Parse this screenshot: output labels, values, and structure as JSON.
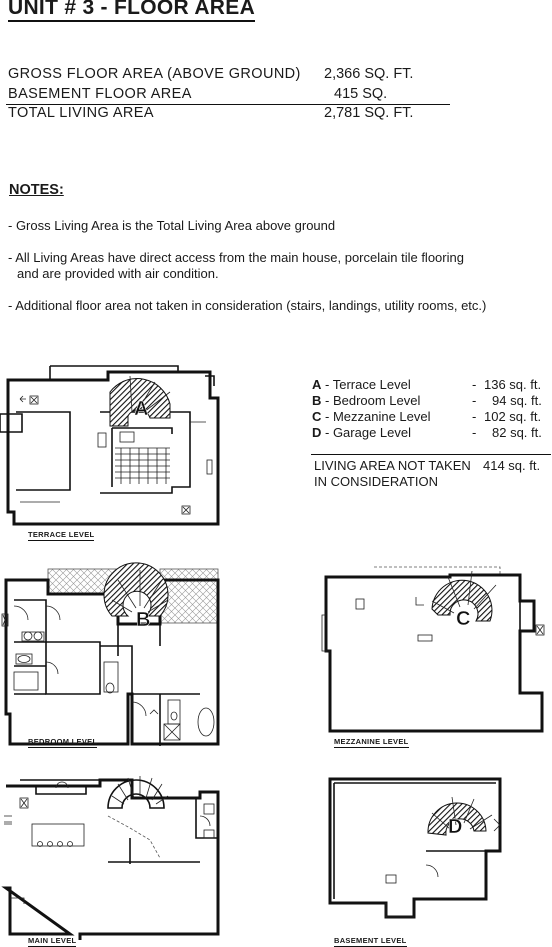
{
  "title": "UNIT # 3 - FLOOR AREA",
  "areas": [
    {
      "label": "GROSS FLOOR AREA (ABOVE GROUND)",
      "value": "2,366 SQ. FT."
    },
    {
      "label": "BASEMENT FLOOR AREA",
      "value": "415 SQ."
    },
    {
      "label": "TOTAL LIVING AREA",
      "value": "2,781 SQ. FT."
    }
  ],
  "notes": {
    "heading": "NOTES:",
    "items": [
      "- Gross Living Area is the Total Living Area above ground",
      "- All Living Areas have direct access from the main house, porcelain tile flooring",
      "and are provided with air condition.",
      "- Additional floor area not taken in consideration (stairs, landings, utility rooms, etc.)"
    ]
  },
  "legend": {
    "items": [
      {
        "key": "A",
        "label": " - Terrace Level",
        "dash": "-",
        "value": "136 sq. ft."
      },
      {
        "key": "B",
        "label": " - Bedroom Level",
        "dash": "-",
        "value": "94 sq. ft."
      },
      {
        "key": "C",
        "label": " - Mezzanine Level",
        "dash": "-",
        "value": "102 sq. ft."
      },
      {
        "key": "D",
        "label": " - Garage Level",
        "dash": "-",
        "value": "82 sq. ft."
      }
    ],
    "total_label_1": "LIVING AREA NOT TAKEN",
    "total_label_2": "IN CONSIDERATION",
    "total_value": "414 sq. ft."
  },
  "plans": {
    "terrace": {
      "label": "TERRACE LEVEL",
      "stair_letter": "A"
    },
    "bedroom": {
      "label": "BEDROOM LEVEL",
      "stair_letter": "B"
    },
    "mezzanine": {
      "label": "MEZZANINE LEVEL",
      "stair_letter": "C"
    },
    "main": {
      "label": "MAIN LEVEL"
    },
    "basement": {
      "label": "BASEMENT LEVEL",
      "stair_letter": "D"
    }
  }
}
